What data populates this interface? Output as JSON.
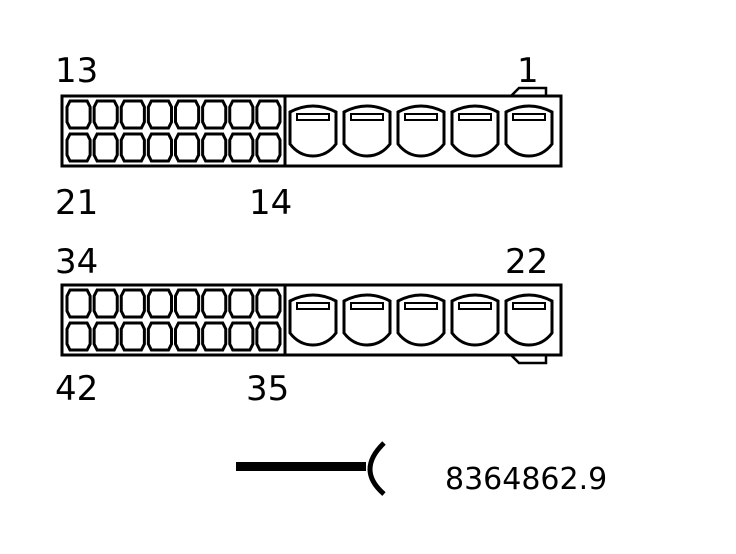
{
  "colors": {
    "ink": "#000000",
    "paper": "#ffffff"
  },
  "connector_top": {
    "label_top_left": "13",
    "label_top_right": "1",
    "label_bottom_left": "21",
    "label_bottom_right": "14"
  },
  "connector_bottom": {
    "label_top_left": "34",
    "label_top_right": "22",
    "label_bottom_left": "42",
    "label_bottom_right": "35"
  },
  "cable_icon": "cable-plug-icon",
  "reference_number": "8364862.9"
}
